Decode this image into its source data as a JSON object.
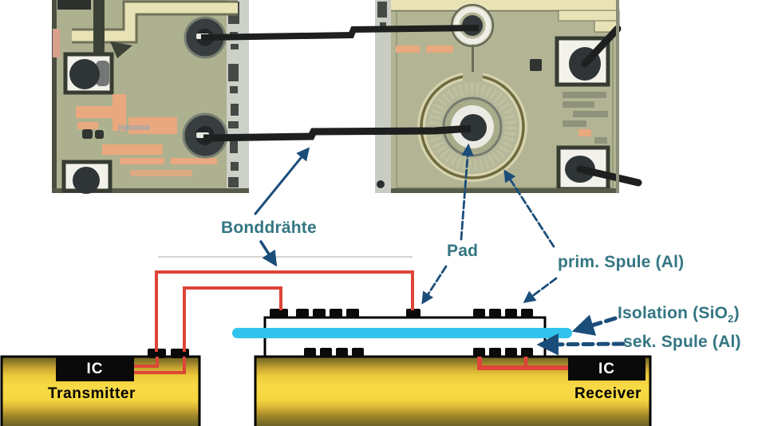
{
  "figure": {
    "type": "technical-illustration",
    "description": "Chip-to-chip galvanic isolation with coreless transformer: two die micrographs joined by bond wires (top) and a cross-section schematic of transmitter and receiver ICs with primary/secondary coils and SiO2 isolation (bottom)"
  },
  "labels": {
    "bonddraehte": "Bonddrähte",
    "pad": "Pad",
    "prim_spule": "prim. Spule (Al)",
    "isolation_pre": "Isolation (SiO",
    "isolation_sub": "2",
    "isolation_post": ")",
    "sek_spule": "sek. Spule (Al)",
    "ic_left": "IC",
    "ic_right": "IC",
    "transmitter": "Transmitter",
    "receiver": "Receiver"
  },
  "colors": {
    "teal": "#337682",
    "navy": "#1b4d7a",
    "red": "#dd4538",
    "cyan": "#31c3ec",
    "sage": "#aeb190",
    "cream": "#e9e2b6",
    "salmon": "#e9a87e",
    "pad_white": "#f2f2ea",
    "ink": "#0a0a0a",
    "chip_white": "#ffffff",
    "substrate_bright": "#f7da45",
    "substrate_dark": "#6e6322"
  }
}
